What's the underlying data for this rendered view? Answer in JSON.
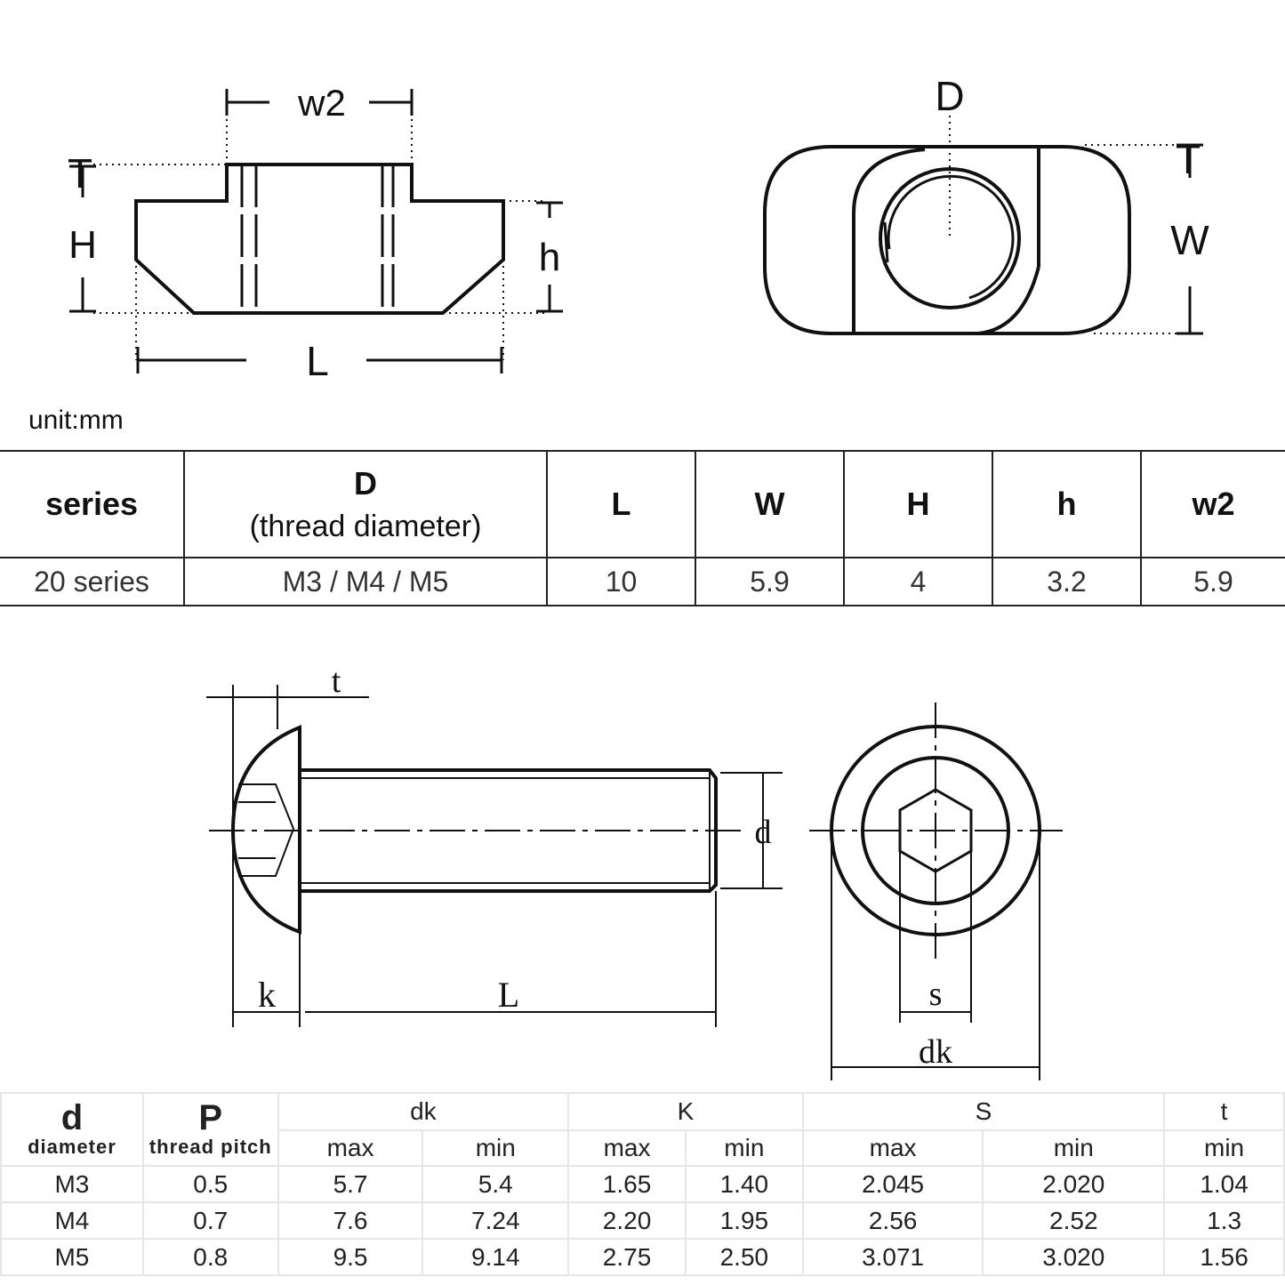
{
  "tnut_drawing": {
    "labels": {
      "w2": "w2",
      "T": "T",
      "H": "H",
      "h": "h",
      "L": "L",
      "D": "D",
      "W": "W"
    }
  },
  "unit": "unit:mm",
  "tnut_table": {
    "headers": {
      "series": "series",
      "D": "D",
      "D_sub": "(thread diameter)",
      "L": "L",
      "W": "W",
      "H": "H",
      "h": "h",
      "w2": "w2"
    },
    "row": {
      "series": "20 series",
      "D": "M3 / M4 / M5",
      "L": "10",
      "W": "5.9",
      "H": "4",
      "h": "3.2",
      "w2": "5.9"
    }
  },
  "screw_drawing": {
    "labels": {
      "t": "t",
      "d": "d",
      "k": "k",
      "L": "L",
      "s": "s",
      "dk": "dk"
    }
  },
  "screw_table": {
    "headers": {
      "d": "d",
      "d_sub": "diameter",
      "P": "P",
      "P_sub": "thread pitch",
      "dk": "dk",
      "K": "K",
      "S": "S",
      "t": "t",
      "max": "max",
      "min": "min"
    },
    "rows": [
      {
        "d": "M3",
        "P": "0.5",
        "dk_max": "5.7",
        "dk_min": "5.4",
        "k_max": "1.65",
        "k_min": "1.40",
        "s_max": "2.045",
        "s_min": "2.020",
        "t_min": "1.04"
      },
      {
        "d": "M4",
        "P": "0.7",
        "dk_max": "7.6",
        "dk_min": "7.24",
        "k_max": "2.20",
        "k_min": "1.95",
        "s_max": "2.56",
        "s_min": "2.52",
        "t_min": "1.3"
      },
      {
        "d": "M5",
        "P": "0.8",
        "dk_max": "9.5",
        "dk_min": "9.14",
        "k_max": "2.75",
        "k_min": "2.50",
        "s_max": "3.071",
        "s_min": "3.020",
        "t_min": "1.56"
      }
    ]
  }
}
